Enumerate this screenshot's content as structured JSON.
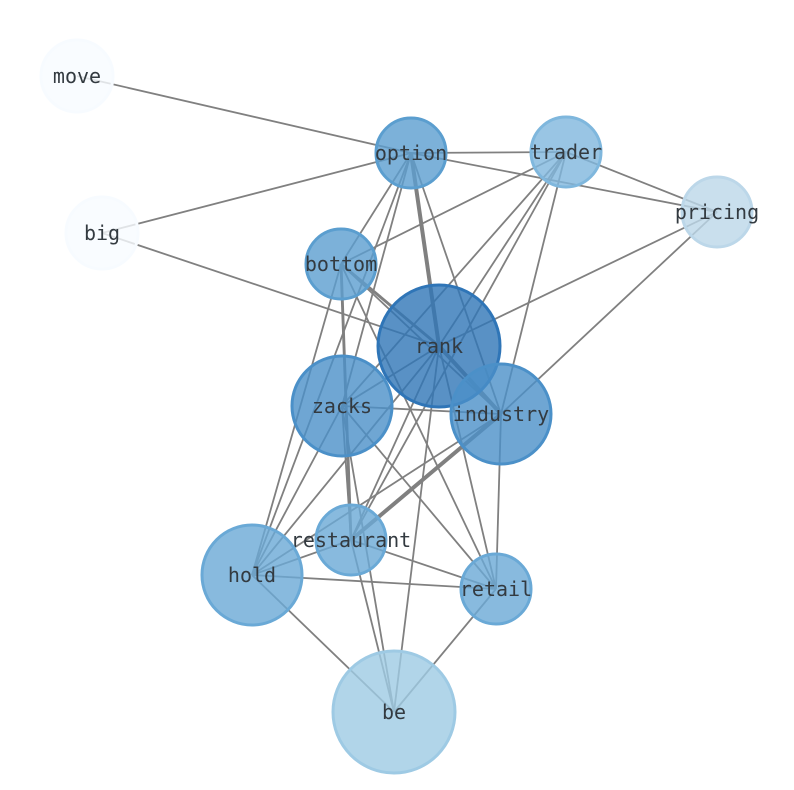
{
  "chart_data": {
    "type": "network",
    "title": "",
    "nodes": [
      {
        "id": "move",
        "label": "move",
        "size": 1,
        "color": "#f7fbff"
      },
      {
        "id": "option",
        "label": "option",
        "size": 2,
        "color": "#5b9ecf"
      },
      {
        "id": "trader",
        "label": "trader",
        "size": 2,
        "color": "#7fb7dd"
      },
      {
        "id": "pricing",
        "label": "pricing",
        "size": 2,
        "color": "#bcd7e9"
      },
      {
        "id": "big",
        "label": "big",
        "size": 1,
        "color": "#f7fbff"
      },
      {
        "id": "bottom",
        "label": "bottom",
        "size": 2,
        "color": "#5b9ecf"
      },
      {
        "id": "rank",
        "label": "rank",
        "size": 6,
        "color": "#2f75b7"
      },
      {
        "id": "zacks",
        "label": "zacks",
        "size": 4,
        "color": "#4b90c8"
      },
      {
        "id": "industry",
        "label": "industry",
        "size": 4,
        "color": "#4b90c8"
      },
      {
        "id": "restaurant",
        "label": "restaurant",
        "size": 2,
        "color": "#6aa9d6"
      },
      {
        "id": "hold",
        "label": "hold",
        "size": 4,
        "color": "#6aa9d6"
      },
      {
        "id": "retail",
        "label": "retail",
        "size": 2,
        "color": "#6aa9d6"
      },
      {
        "id": "be",
        "label": "be",
        "size": 6,
        "color": "#9ecae4"
      }
    ],
    "edges": [
      [
        "move",
        "option",
        1
      ],
      [
        "big",
        "option",
        1
      ],
      [
        "big",
        "rank",
        1
      ],
      [
        "option",
        "trader",
        1
      ],
      [
        "option",
        "pricing",
        1
      ],
      [
        "option",
        "bottom",
        1
      ],
      [
        "option",
        "zacks",
        1
      ],
      [
        "option",
        "rank",
        3
      ],
      [
        "option",
        "industry",
        1
      ],
      [
        "option",
        "hold",
        1
      ],
      [
        "trader",
        "pricing",
        1
      ],
      [
        "trader",
        "bottom",
        1
      ],
      [
        "trader",
        "zacks",
        1
      ],
      [
        "trader",
        "rank",
        1
      ],
      [
        "trader",
        "industry",
        1
      ],
      [
        "trader",
        "restaurant",
        1
      ],
      [
        "pricing",
        "rank",
        1
      ],
      [
        "pricing",
        "industry",
        1
      ],
      [
        "bottom",
        "rank",
        2
      ],
      [
        "bottom",
        "industry",
        1
      ],
      [
        "bottom",
        "restaurant",
        2
      ],
      [
        "bottom",
        "hold",
        1
      ],
      [
        "bottom",
        "retail",
        1
      ],
      [
        "rank",
        "zacks",
        1
      ],
      [
        "rank",
        "hold",
        1
      ],
      [
        "rank",
        "restaurant",
        1
      ],
      [
        "rank",
        "retail",
        1
      ],
      [
        "rank",
        "be",
        1
      ],
      [
        "rank",
        "industry",
        3
      ],
      [
        "zacks",
        "industry",
        1
      ],
      [
        "zacks",
        "hold",
        1
      ],
      [
        "zacks",
        "restaurant",
        1
      ],
      [
        "zacks",
        "retail",
        1
      ],
      [
        "zacks",
        "be",
        1
      ],
      [
        "industry",
        "restaurant",
        3
      ],
      [
        "industry",
        "hold",
        1
      ],
      [
        "industry",
        "retail",
        1
      ],
      [
        "restaurant",
        "hold",
        1
      ],
      [
        "restaurant",
        "retail",
        1
      ],
      [
        "restaurant",
        "be",
        1
      ],
      [
        "hold",
        "retail",
        1
      ],
      [
        "hold",
        "be",
        1
      ],
      [
        "retail",
        "be",
        1
      ]
    ],
    "edge_color": "#808080"
  }
}
